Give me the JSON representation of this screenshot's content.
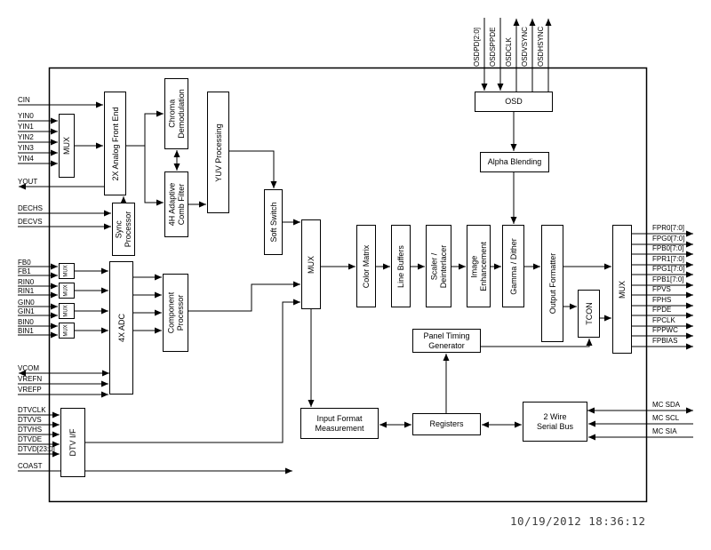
{
  "meta": {
    "timestamp": "10/19/2012 18:36:12"
  },
  "blocks": {
    "osd": "OSD",
    "alpha_blending": "Alpha Blending",
    "mux_yin": "MUX",
    "afe": "2X Analog Front End",
    "chroma_demod": {
      "l1": "Chroma",
      "l2": "Demodulation"
    },
    "comb_filter": {
      "l1": "4H Adaptive",
      "l2": "Comb Filter"
    },
    "yuv_processing": "YUV Processing",
    "sync_processor": {
      "l1": "Sync",
      "l2": "Processor"
    },
    "soft_switch": "Soft Switch",
    "mux_main": "MUX",
    "color_matrix": "Color Matrix",
    "line_buffers": "Line Buffers",
    "scaler": {
      "l1": "Scaler /",
      "l2": "Deinterlacer"
    },
    "image_enhancement": {
      "l1": "Image",
      "l2": "Enhancement"
    },
    "gamma_dither": "Gamma / Dither",
    "output_formatter": "Output Formatter",
    "tcon": "TCON",
    "mux_out": "MUX",
    "component_processor": {
      "l1": "Component",
      "l2": "Processor"
    },
    "adc": "4X ADC",
    "mux_fb": "MUX",
    "mux_rin": "MUX",
    "mux_gin": "MUX",
    "mux_bin": "MUX",
    "dtv_if": "DTV I/F",
    "panel_timing_generator": {
      "l1": "Panel Timing",
      "l2": "Generator"
    },
    "input_format_measurement": {
      "l1": "Input Format",
      "l2": "Measurement"
    },
    "registers": "Registers",
    "serial_bus": {
      "l1": "2 Wire",
      "l2": "Serial Bus"
    }
  },
  "pins": {
    "top": [
      "OSDPD[2:0]",
      "OSDSPPDE",
      "OSDCLK",
      "OSDVSYNC",
      "OSDHSYNC"
    ],
    "left": [
      "CIN",
      "YIN0",
      "YIN1",
      "YIN2",
      "YIN3",
      "YIN4",
      "YOUT",
      "DECHS",
      "DECVS",
      "FB0",
      "FB1",
      "RIN0",
      "RIN1",
      "GIN0",
      "GIN1",
      "BIN0",
      "BIN1",
      "VCOM",
      "VREFN",
      "VREFP",
      "DTVCLK",
      "DTVVS",
      "DTVHS",
      "DTVDE",
      "DTVD[23:0]",
      "COAST"
    ],
    "right": [
      "FPR0[7:0]",
      "FPG0[7:0]",
      "FPB0[7:0]",
      "FPR1[7:0]",
      "FPG1[7:0]",
      "FPB1[7:0]",
      "FPVS",
      "FPHS",
      "FPDE",
      "FPCLK",
      "FPPWC",
      "FPBIAS"
    ],
    "mc": [
      "MC SDA",
      "MC SCL",
      "MC SIA"
    ]
  }
}
